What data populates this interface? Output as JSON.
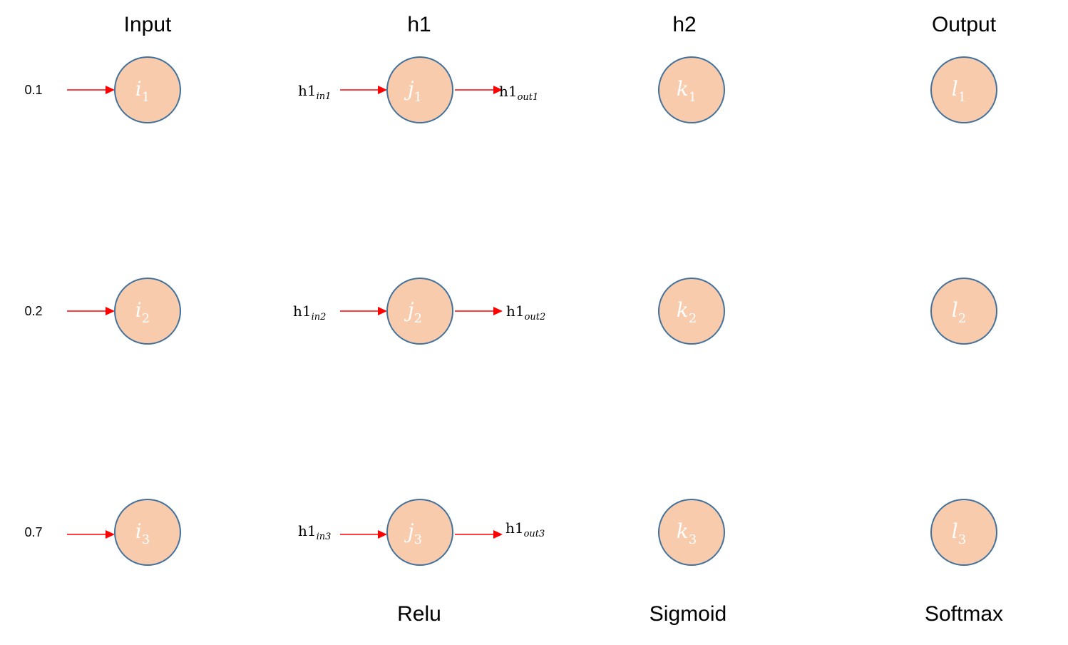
{
  "layers": [
    {
      "title": "Input",
      "activation": ""
    },
    {
      "title": "h1",
      "activation": "Relu"
    },
    {
      "title": "h2",
      "activation": "Sigmoid"
    },
    {
      "title": "Output",
      "activation": "Softmax"
    }
  ],
  "nodes": {
    "input": [
      {
        "letter": "i",
        "index": "1"
      },
      {
        "letter": "i",
        "index": "2"
      },
      {
        "letter": "i",
        "index": "3"
      }
    ],
    "h1": [
      {
        "letter": "j",
        "index": "1"
      },
      {
        "letter": "j",
        "index": "2"
      },
      {
        "letter": "j",
        "index": "3"
      }
    ],
    "h2": [
      {
        "letter": "k",
        "index": "1"
      },
      {
        "letter": "k",
        "index": "2"
      },
      {
        "letter": "k",
        "index": "3"
      }
    ],
    "output": [
      {
        "letter": "l",
        "index": "1"
      },
      {
        "letter": "l",
        "index": "2"
      },
      {
        "letter": "l",
        "index": "3"
      }
    ]
  },
  "input_values": [
    "0.1",
    "0.2",
    "0.7"
  ],
  "h1_inputs": [
    {
      "base": "h1",
      "sub": "in1"
    },
    {
      "base": "h1",
      "sub": "in2"
    },
    {
      "base": "h1",
      "sub": "in3"
    }
  ],
  "h1_outputs": [
    {
      "base": "h1",
      "sub": "out1"
    },
    {
      "base": "h1",
      "sub": "out2"
    },
    {
      "base": "h1",
      "sub": "out3"
    }
  ],
  "colors": {
    "node_fill": "#f8cbad",
    "node_stroke": "#41719c",
    "arrow": "#ff0000",
    "text": "#000000"
  }
}
